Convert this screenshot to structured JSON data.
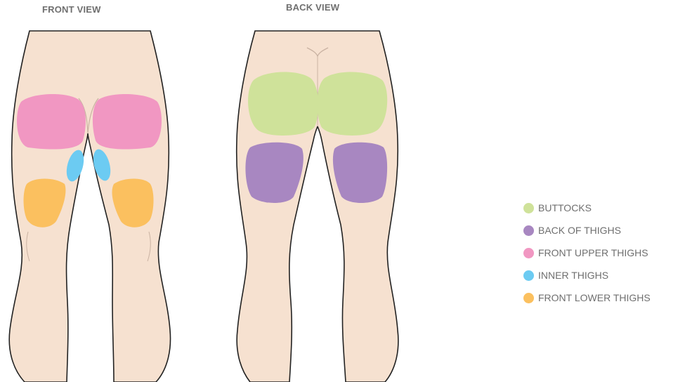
{
  "views": {
    "front_title": "FRONT VIEW",
    "back_title": "BACK VIEW"
  },
  "colors": {
    "skin": "#f6e1d0",
    "outline": "#222222",
    "buttocks": "#cfe29a",
    "back_of_thighs": "#a887c1",
    "front_upper_thighs": "#f197c2",
    "inner_thighs": "#6ccbf2",
    "front_lower_thighs": "#fbc05f"
  },
  "legend": [
    {
      "label": "BUTTOCKS",
      "color": "#cfe29a"
    },
    {
      "label": "BACK OF THIGHS",
      "color": "#a887c1"
    },
    {
      "label": "FRONT UPPER THIGHS",
      "color": "#f197c2"
    },
    {
      "label": "INNER THIGHS",
      "color": "#6ccbf2"
    },
    {
      "label": "FRONT LOWER THIGHS",
      "color": "#fbc05f"
    }
  ]
}
